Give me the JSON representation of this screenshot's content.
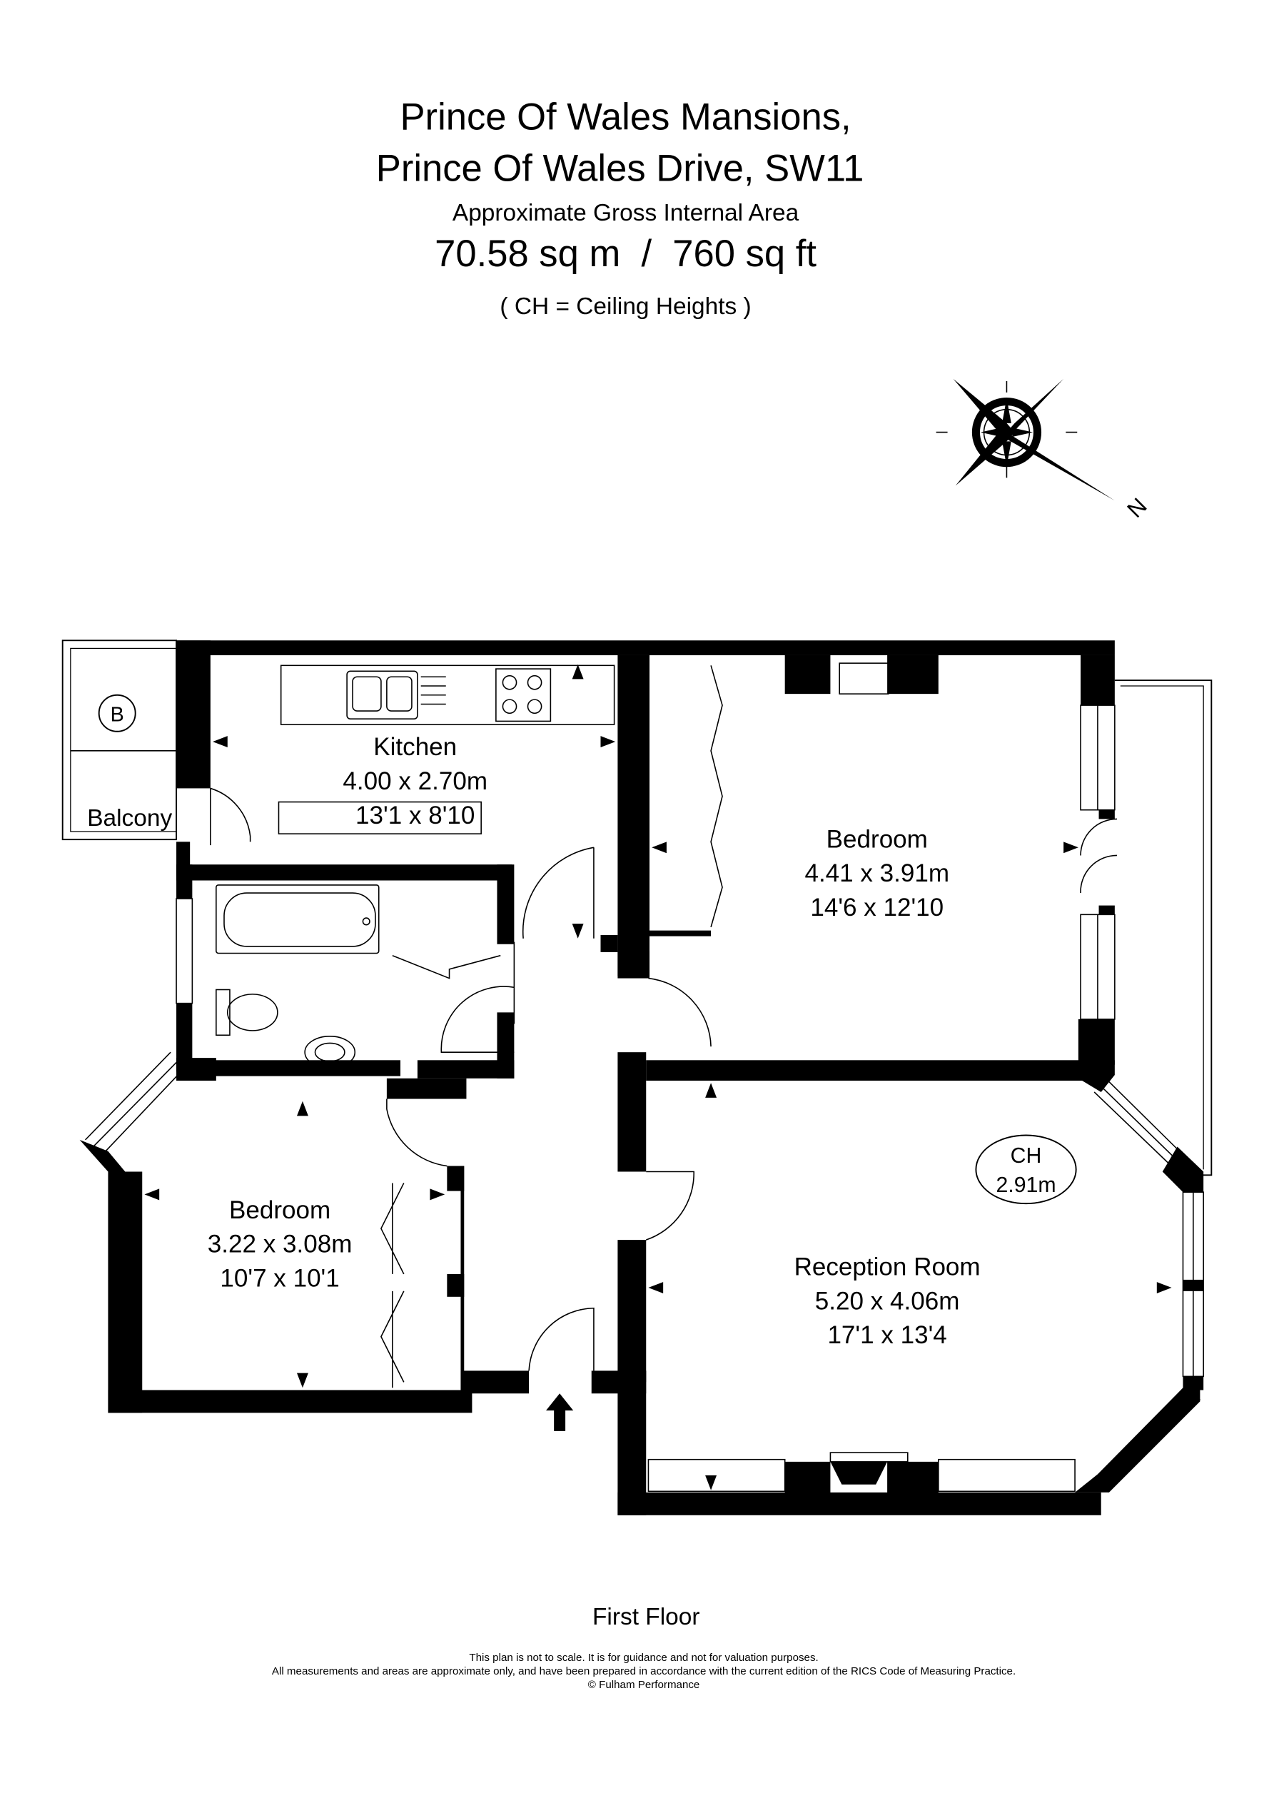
{
  "header": {
    "title_line1": "Prince Of Wales Mansions,",
    "title_line2": "Prince Of Wales Drive, SW11",
    "area_label": "Approximate Gross Internal Area",
    "area_value": "70.58 sq m  /  760 sq ft",
    "ch_note": "( CH = Ceiling Heights )"
  },
  "compass": {
    "north_label": "N"
  },
  "rooms": {
    "kitchen": {
      "name": "Kitchen",
      "metric": "4.00 x 2.70m",
      "imperial": "13'1 x 8'10"
    },
    "bedroom1": {
      "name": "Bedroom",
      "metric": "4.41 x 3.91m",
      "imperial": "14'6 x 12'10"
    },
    "bedroom2": {
      "name": "Bedroom",
      "metric": "3.22 x 3.08m",
      "imperial": "10'7 x 10'1"
    },
    "reception": {
      "name": "Reception Room",
      "metric": "5.20 x 4.06m",
      "imperial": "17'1 x 13'4"
    },
    "balcony": {
      "name": "Balcony",
      "marker": "B"
    }
  },
  "ceiling_height": {
    "label": "CH",
    "value": "2.91m"
  },
  "footer": {
    "floor": "First Floor",
    "disclaimer1": "This plan is not to scale. It is for guidance and not for valuation purposes.",
    "disclaimer2": "All measurements and areas are approximate only, and have been prepared in accordance with the current edition of the RICS Code of Measuring Practice.",
    "copyright": "© Fulham Performance"
  }
}
